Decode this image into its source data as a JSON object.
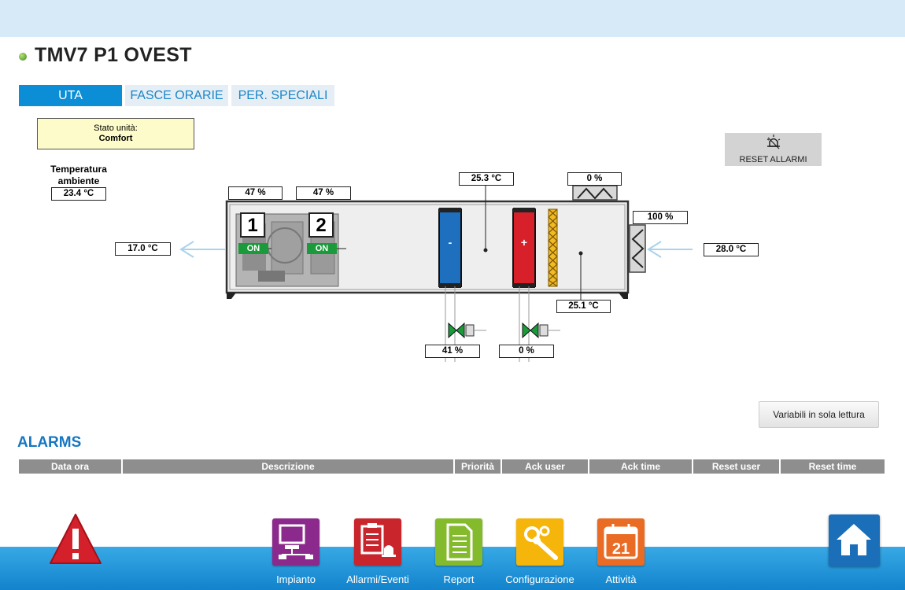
{
  "header": {
    "title": "TMV7 P1 OVEST"
  },
  "tabs": [
    {
      "label": "UTA",
      "active": true
    },
    {
      "label": "FASCE ORARIE",
      "active": false
    },
    {
      "label": "PER. SPECIALI",
      "active": false
    }
  ],
  "status": {
    "label": "Stato unità:",
    "value": "Comfort"
  },
  "ambient": {
    "label_line1": "Temperatura",
    "label_line2": "ambiente",
    "value": "23.4 °C"
  },
  "reset_button": {
    "label": "RESET ALLARMI"
  },
  "unit": {
    "fan1": {
      "number": "1",
      "state": "ON",
      "speed": "47 %"
    },
    "fan2": {
      "number": "2",
      "state": "ON",
      "speed": "47 %"
    },
    "supply_temp": "17.0 °C",
    "after_cooling_temp": "25.3 °C",
    "damper_top": "0 %",
    "damper_fresh": "100 %",
    "outdoor_temp": "28.0 °C",
    "mixed_temp": "25.1 °C",
    "cooling_valve": "41 %",
    "heating_valve": "0 %",
    "cooling_coil_symbol": "-",
    "heating_coil_symbol": "+"
  },
  "readonly_button": {
    "label": "Variabili in sola lettura"
  },
  "alarms": {
    "title": "ALARMS",
    "columns": [
      "Data ora",
      "Descrizione",
      "Priorità",
      "Ack user",
      "Ack time",
      "Reset user",
      "Reset time"
    ]
  },
  "nav": {
    "items": [
      {
        "label": "Impianto",
        "color": "#8b2a8c"
      },
      {
        "label": "Allarmi/Eventi",
        "color": "#c8252d"
      },
      {
        "label": "Report",
        "color": "#84bb2d"
      },
      {
        "label": "Configurazione",
        "color": "#f5b50a"
      },
      {
        "label": "Attività",
        "color": "#ea6b23"
      }
    ]
  },
  "colors": {
    "accent": "#0c8ed6",
    "alarm_red": "#d4202a",
    "home_blue": "#1a6fb8"
  }
}
